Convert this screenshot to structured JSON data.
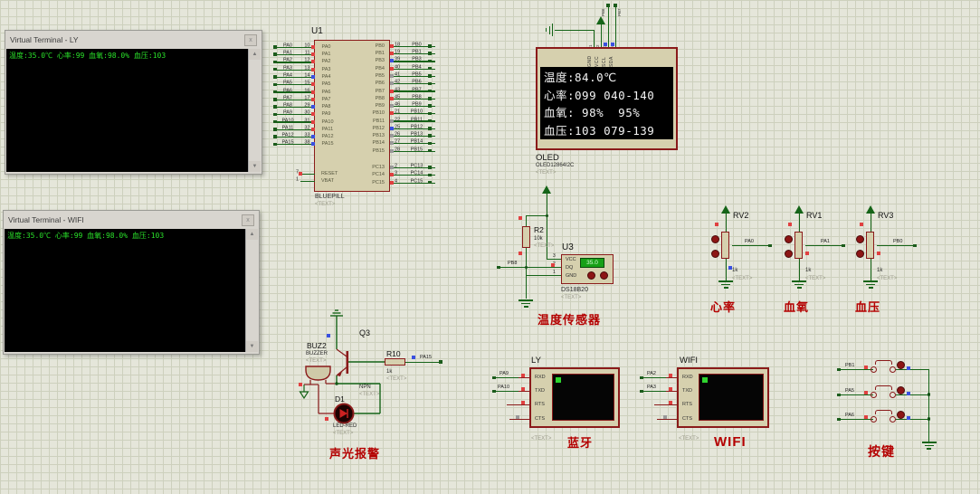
{
  "terminals": [
    {
      "title": "Virtual Terminal - LY",
      "line": "温度:35.0℃ 心率:99 血氧:98.0% 血压:103"
    },
    {
      "title": "Virtual Terminal - WIFI",
      "line": "温度:35.0℃ 心率:99 血氧:98.0% 血压:103"
    }
  ],
  "text_tag": "<TEXT>",
  "mcu": {
    "ref": "U1",
    "model": "BLUEPILL",
    "left_pins": [
      {
        "net": "PA0",
        "num": "10",
        "state": "red"
      },
      {
        "net": "PA1",
        "num": "11",
        "state": "red"
      },
      {
        "net": "PA2",
        "num": "12",
        "state": "red"
      },
      {
        "net": "PA3",
        "num": "13",
        "state": "red"
      },
      {
        "net": "PA4",
        "num": "14",
        "state": "blue"
      },
      {
        "net": "PA5",
        "num": "15",
        "state": "red"
      },
      {
        "net": "PA6",
        "num": "16",
        "state": "red"
      },
      {
        "net": "PA7",
        "num": "17",
        "state": "red"
      },
      {
        "net": "PA8",
        "num": "29",
        "state": "blue"
      },
      {
        "net": "PA9",
        "num": "30",
        "state": "red"
      },
      {
        "net": "PA10",
        "num": "31",
        "state": "red"
      },
      {
        "net": "PA11",
        "num": "32",
        "state": "red"
      },
      {
        "net": "PA12",
        "num": "33",
        "state": "blue"
      },
      {
        "net": "PA15",
        "num": "38",
        "state": "blue"
      }
    ],
    "right_pins": [
      {
        "net": "PB0",
        "num": "18",
        "state": "red"
      },
      {
        "net": "PB1",
        "num": "19",
        "state": "red"
      },
      {
        "net": "PB3",
        "num": "39",
        "state": "blue"
      },
      {
        "net": "PB4",
        "num": "40",
        "state": "red"
      },
      {
        "net": "PB5",
        "num": "41",
        "state": "gray"
      },
      {
        "net": "PB6",
        "num": "42",
        "state": "gray"
      },
      {
        "net": "PB7",
        "num": "43",
        "state": "red"
      },
      {
        "net": "PB8",
        "num": "45",
        "state": "red"
      },
      {
        "net": "PB9",
        "num": "46",
        "state": "gray"
      },
      {
        "net": "PB10",
        "num": "21",
        "state": "red"
      },
      {
        "net": "PB11",
        "num": "22",
        "state": "gray"
      },
      {
        "net": "PB12",
        "num": "25",
        "state": "blue"
      },
      {
        "net": "PB13",
        "num": "26",
        "state": "gray"
      },
      {
        "net": "PB14",
        "num": "27",
        "state": "gray"
      },
      {
        "net": "PB15",
        "num": "28",
        "state": "gray"
      }
    ],
    "pc_pins": [
      {
        "net": "PC13",
        "num": "2",
        "state": "gray"
      },
      {
        "net": "PC14",
        "num": "3",
        "state": "red"
      },
      {
        "net": "PC15",
        "num": "4",
        "state": "red"
      }
    ],
    "ctrl_pins": [
      {
        "name": "RESET",
        "num": "7",
        "state": "red"
      },
      {
        "name": "VBAT",
        "num": "1",
        "state": "none"
      }
    ]
  },
  "oled": {
    "ref": "OLED",
    "model": "OLED12864I2C",
    "lines": [
      "温度:84.0℃",
      "心率:099 040-140",
      "血氧: 98%  95%",
      "血压:103 079-139"
    ],
    "pin_names": [
      "GND",
      "VCC",
      "SCL",
      "SDA"
    ],
    "pin_nums": [
      "1",
      "2",
      "3",
      "4"
    ],
    "top_nets": [
      "PB6",
      "PB7"
    ]
  },
  "ds18b20": {
    "ref": "U3",
    "model": "DS18B20",
    "display_value": "35.0",
    "pin_names": [
      "VCC",
      "DQ",
      "GND"
    ],
    "pin_nums": [
      "3",
      "2",
      "1"
    ],
    "resistor_ref": "R2",
    "resistor_value": "10k",
    "net": "PB8",
    "caption": "温度传感器"
  },
  "pots": [
    {
      "ref": "RV2",
      "value": "1k",
      "net": "PA0",
      "caption": "心率"
    },
    {
      "ref": "RV1",
      "value": "1k",
      "net": "PA1",
      "caption": "血氧"
    },
    {
      "ref": "RV3",
      "value": "1k",
      "net": "PB0",
      "caption": "血压"
    }
  ],
  "alarm": {
    "buzzer_ref": "BUZ2",
    "buzzer_model": "BUZZER",
    "transistor_ref": "Q3",
    "transistor_model": "NPN",
    "resistor_ref": "R10",
    "resistor_value": "1k",
    "net": "PA15",
    "led_ref": "D1",
    "led_model": "LED-RED",
    "caption": "声光报警"
  },
  "uart_modules": [
    {
      "ref": "LY",
      "pins": [
        "RXD",
        "TXD",
        "RTS",
        "CTS"
      ],
      "net_rxd": "PA9",
      "net_txd": "PA10",
      "caption": "蓝牙"
    },
    {
      "ref": "WIFI",
      "pins": [
        "RXD",
        "TXD",
        "RTS",
        "CTS"
      ],
      "net_rxd": "PA2",
      "net_txd": "PA3",
      "caption": "WIFI"
    }
  ],
  "keys": {
    "nets": [
      "PB1",
      "PA5",
      "PA6"
    ],
    "caption": "按键"
  },
  "colors": {
    "wire": "#156418",
    "component_outline": "#8a1a1a",
    "component_fill": "#d6d0ae",
    "caption_red": "#b40000",
    "terminal_green": "#2ae02a",
    "state_red": "#e04040",
    "state_blue": "#3a50e0",
    "state_gray": "#9a9a9a",
    "grid_bg": "#e5e6da"
  }
}
